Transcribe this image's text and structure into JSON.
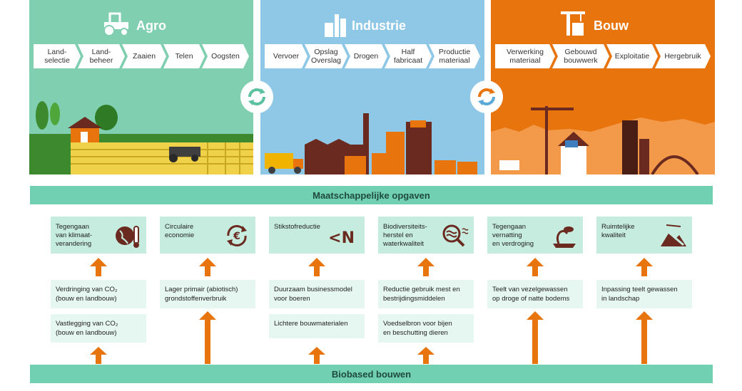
{
  "sectors": {
    "agro": {
      "title": "Agro",
      "steps": [
        "Land-\nselectie",
        "Land-\nbeheer",
        "Zaaien",
        "Telen",
        "Oogsten"
      ]
    },
    "industrie": {
      "title": "Industrie",
      "steps": [
        "Vervoer",
        "Opslag\nOverslag",
        "Drogen",
        "Half\nfabricaat",
        "Productie\nmateriaal"
      ]
    },
    "bouw": {
      "title": "Bouw",
      "steps": [
        "Verwerking\nmateriaal",
        "Gebouwd\nbouwwerk",
        "Exploitatie",
        "Hergebruik"
      ]
    }
  },
  "maatschappelijk_label": "Maatschappelijke opgaven",
  "biobased_label": "Biobased bouwen",
  "topics": [
    {
      "label": "Tegengaan\nvan klimaat-\nverandering",
      "icon": "globe-thermometer-icon"
    },
    {
      "label": "Circulaire\neconomie",
      "icon": "euro-cycle-icon"
    },
    {
      "label": "Stikstofreductie",
      "icon_text": "<N",
      "icon": "nitrogen-icon"
    },
    {
      "label": "Biodiversiteits-\nherstel en\nwaterkwaliteit",
      "icon": "magnifier-water-icon"
    },
    {
      "label": "Tegengaan\nvernatting\nen verdroging",
      "icon": "plant-soil-icon"
    },
    {
      "label": "Ruimtelijke\nkwaliteit",
      "icon": "landscape-icon"
    }
  ],
  "contributions": {
    "col1_a": "Verdringing van CO₂\n(bouw en landbouw)",
    "col1_b": "Vastlegging van CO₂\n(bouw en landbouw)",
    "col2": "Lager primair (abiotisch)\ngrondstoffenverbruik",
    "col3_a": "Duurzaam businessmodel\nvoor boeren",
    "col3_b": "Lichtere bouwmaterialen",
    "col4_a": "Reductie gebruik mest en\nbestrijdingsmiddelen",
    "col4_b": "Voedselbron voor bijen\nen beschutting dieren",
    "col5": "Teelt van vezelgewassen\nop droge of natte bodems",
    "col6": "Inpassing teelt gewassen\nin landschap"
  },
  "colors": {
    "agro": "#7fcfb0",
    "industrie": "#8fc8e6",
    "bouw": "#e8740e",
    "arrow": "#e8740e",
    "bar": "#72d0b2",
    "topic_bg": "#c6ece0",
    "icon": "#6b2a1f"
  }
}
